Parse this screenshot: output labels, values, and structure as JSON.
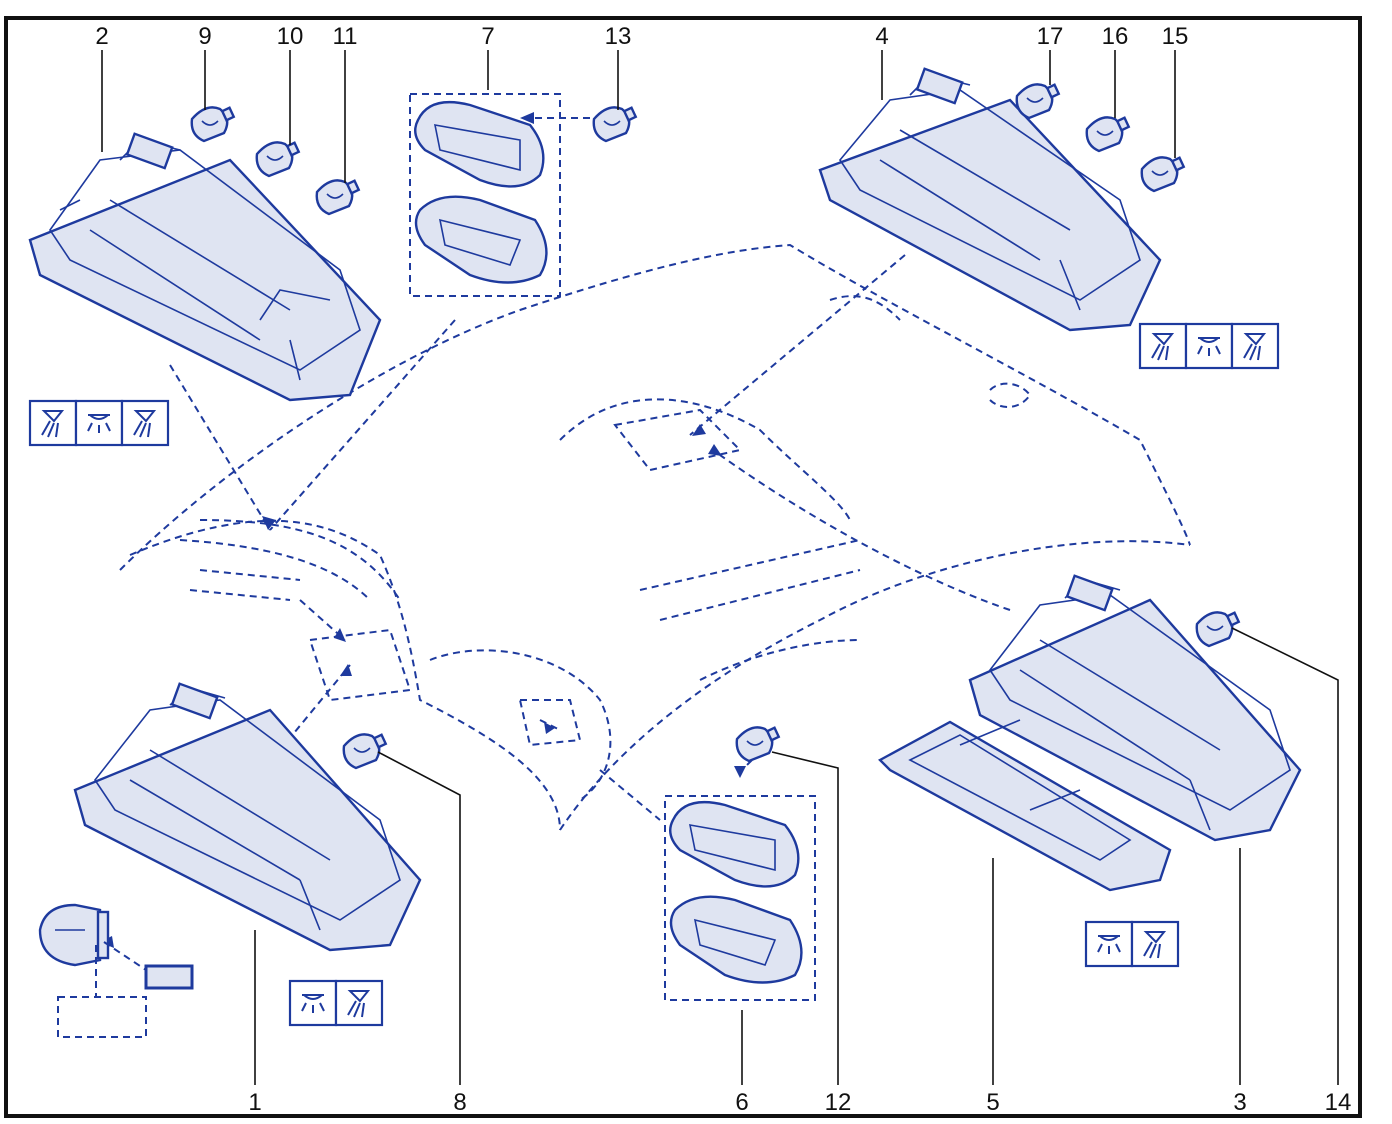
{
  "diagram": {
    "callouts": [
      {
        "id": "c2",
        "text": "2"
      },
      {
        "id": "c9",
        "text": "9"
      },
      {
        "id": "c10",
        "text": "10"
      },
      {
        "id": "c11",
        "text": "11"
      },
      {
        "id": "c7",
        "text": "7"
      },
      {
        "id": "c13",
        "text": "13"
      },
      {
        "id": "c4",
        "text": "4"
      },
      {
        "id": "c17",
        "text": "17"
      },
      {
        "id": "c16",
        "text": "16"
      },
      {
        "id": "c15",
        "text": "15"
      },
      {
        "id": "c1",
        "text": "1"
      },
      {
        "id": "c8",
        "text": "8"
      },
      {
        "id": "c6",
        "text": "6"
      },
      {
        "id": "c12",
        "text": "12"
      },
      {
        "id": "c5",
        "text": "5"
      },
      {
        "id": "c3",
        "text": "3"
      },
      {
        "id": "c14",
        "text": "14"
      }
    ],
    "colors": {
      "line": "#1e3a9e",
      "fill": "#dfe4f2",
      "text": "#111111"
    },
    "icons": [
      "reading-lamp-icon",
      "dome-lamp-icon"
    ]
  }
}
